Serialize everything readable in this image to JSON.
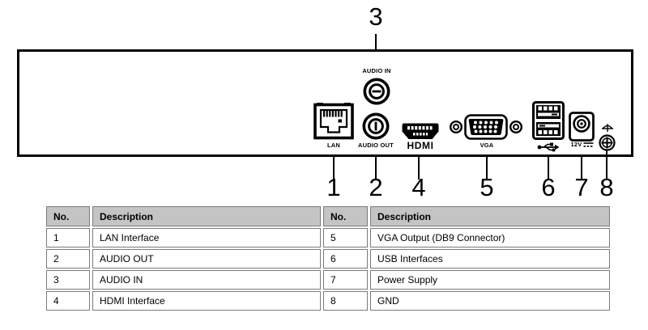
{
  "colors": {
    "panel_outline": "#000000",
    "table_border": "#7b7b7b",
    "table_header_bg": "#c4c4c4",
    "text": "#000000"
  },
  "panel": {
    "labels": {
      "lan": "LAN",
      "audio_in": "AUDIO IN",
      "audio_out": "AUDIO OUT",
      "hdmi": "HDMI",
      "vga": "VGA",
      "power": "12V"
    },
    "icons": {
      "usb": "usb-trident-icon",
      "ground": "earth-ground-icon",
      "dc_power": "dc-voltage-symbol"
    }
  },
  "callouts": {
    "n1": "1",
    "n2": "2",
    "n3": "3",
    "n4": "4",
    "n5": "5",
    "n6": "6",
    "n7": "7",
    "n8": "8"
  },
  "table": {
    "header": {
      "no_left": "No.",
      "desc_left": "Description",
      "no_right": "No.",
      "desc_right": "Description"
    },
    "rows": [
      {
        "no_l": "1",
        "desc_l": "LAN Interface",
        "no_r": "5",
        "desc_r": "VGA Output (DB9 Connector)"
      },
      {
        "no_l": "2",
        "desc_l": "AUDIO OUT",
        "no_r": "6",
        "desc_r": "USB Interfaces"
      },
      {
        "no_l": "3",
        "desc_l": "AUDIO IN",
        "no_r": "7",
        "desc_r": "Power Supply"
      },
      {
        "no_l": "4",
        "desc_l": "HDMI Interface",
        "no_r": "8",
        "desc_r": "GND"
      }
    ]
  }
}
